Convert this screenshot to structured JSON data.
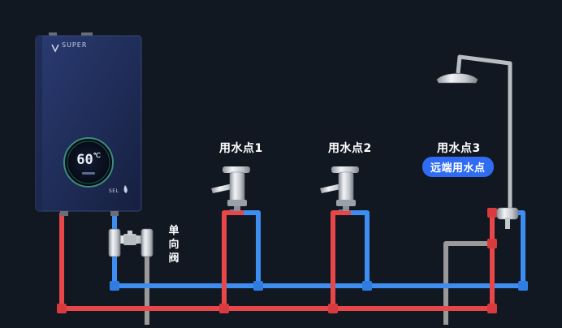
{
  "heater": {
    "brand": "SUPER",
    "display_value": "60",
    "display_unit": "℃",
    "badge": "SEL"
  },
  "points": [
    {
      "label": "用水点1"
    },
    {
      "label": "用水点2"
    },
    {
      "label": "用水点3"
    }
  ],
  "far_point_badge": "远端用水点",
  "check_valve_label": [
    "单",
    "向",
    "阀"
  ],
  "colors": {
    "background": "#121821",
    "hot_pipe": "#e8474a",
    "cold_pipe": "#3d8ef0",
    "return_pipe": "#9a9a9a",
    "heater_body": "#1f2c57",
    "accent": "#2f6cf2"
  }
}
